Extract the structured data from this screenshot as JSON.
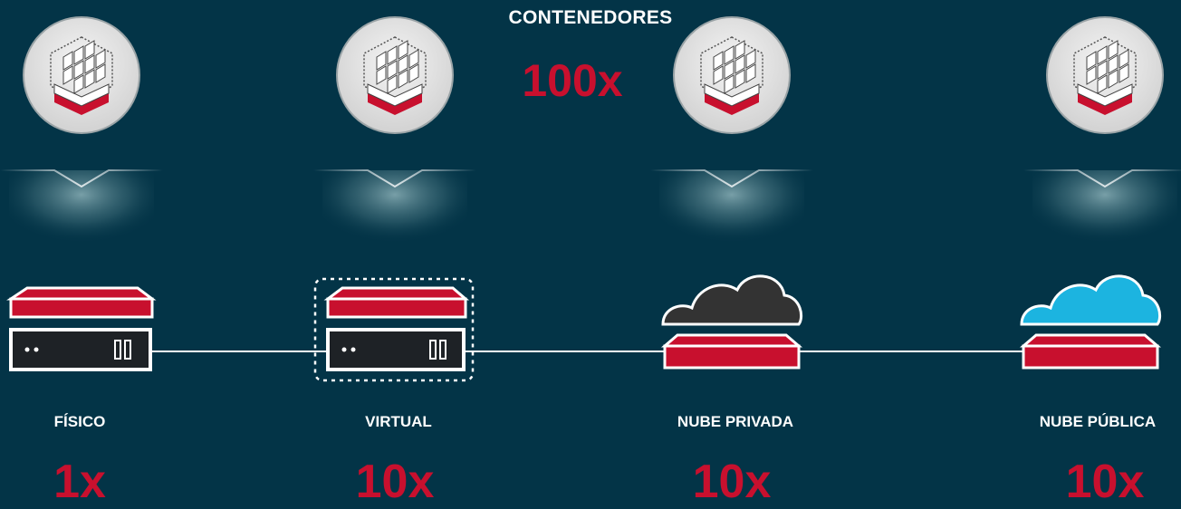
{
  "title": "CONTENEDORES",
  "top_multiplier": "100x",
  "colors": {
    "background": "#033447",
    "accent_red": "#c8102e",
    "private_cloud": "#333333",
    "public_cloud": "#1cb4e0",
    "white": "#ffffff"
  },
  "stages": [
    {
      "label": "FÍSICO",
      "multiplier": "1x",
      "icon": "physical-server-icon"
    },
    {
      "label": "VIRTUAL",
      "multiplier": "10x",
      "icon": "virtual-server-icon"
    },
    {
      "label": "NUBE PRIVADA",
      "multiplier": "10x",
      "icon": "private-cloud-icon"
    },
    {
      "label": "NUBE PÚBLICA",
      "multiplier": "10x",
      "icon": "public-cloud-icon"
    }
  ]
}
